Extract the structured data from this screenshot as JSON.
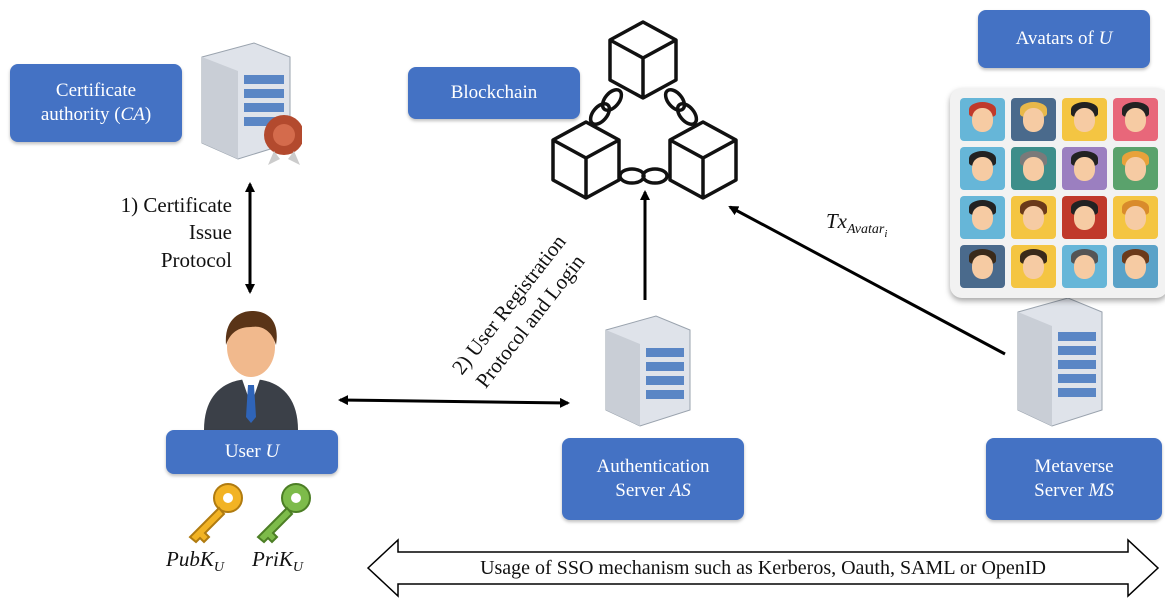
{
  "nodes": {
    "ca": "Certificate authority (CA)",
    "ca_line1": "Certificate",
    "ca_line2": "authority (",
    "ca_italic": "CA",
    "ca_close": ")",
    "blockchain": "Blockchain",
    "avatars_prefix": "Avatars of ",
    "avatars_var": "U",
    "user_prefix": "User ",
    "user_var": "U",
    "as_line1": "Authentication",
    "as_line2": "Server ",
    "as_var": "AS",
    "ms_line1": "Metaverse",
    "ms_line2": "Server ",
    "ms_var": "MS"
  },
  "labels": {
    "step1_line1": "1) Certificate",
    "step1_line2": "Issue",
    "step1_line3": "Protocol",
    "step2_line1": "2) User Registration",
    "step2_line2": "Protocol and Login",
    "tx_main": "Tx",
    "tx_sub": "Avatar",
    "tx_subsub": "i",
    "sso": "Usage of SSO mechanism such as Kerberos, Oauth, SAML or OpenID"
  },
  "keys": {
    "pub_main": "PubK",
    "pub_sub": "U",
    "pri_main": "PriK",
    "pri_sub": "U"
  },
  "colors": {
    "box_fill": "#4472c4",
    "arrow": "#000000"
  },
  "icons": [
    "server-icon",
    "certificate-seal-icon",
    "blockchain-icon",
    "user-avatar-icon",
    "public-key-icon",
    "private-key-icon",
    "avatar-grid-icon"
  ]
}
